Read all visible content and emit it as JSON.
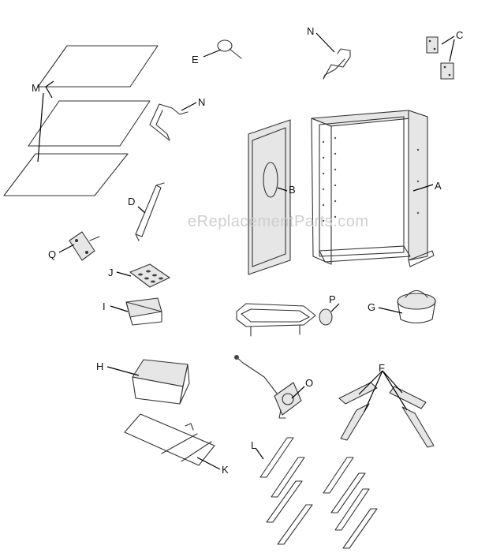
{
  "watermark": "eReplacementParts.com",
  "labels": {
    "A": "A",
    "B": "B",
    "C": "C",
    "D": "D",
    "E": "E",
    "F": "F",
    "G": "G",
    "H": "H",
    "I": "I",
    "J": "J",
    "K": "K",
    "L": "L",
    "M": "M",
    "N1": "N",
    "N2": "N",
    "O": "O",
    "P": "P",
    "Q": "Q"
  }
}
